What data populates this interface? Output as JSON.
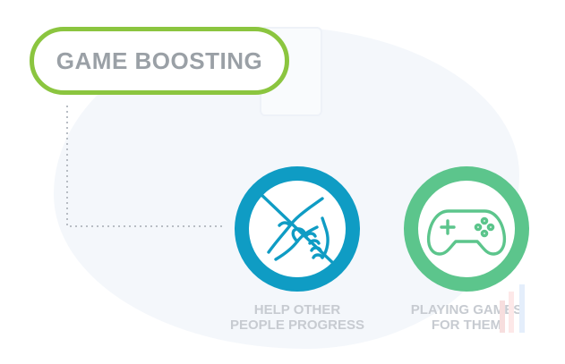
{
  "title": {
    "text": "GAME BOOSTING"
  },
  "items": [
    {
      "label_line1": "HELP OTHER",
      "label_line2": "PEOPLE PROGRESS",
      "icon": "helping-hand-icon",
      "color": "#0f9cc4"
    },
    {
      "label_line1": "PLAYING GAMES",
      "label_line2": "FOR THEM",
      "icon": "gamepad-icon",
      "color": "#5cc58c"
    }
  ],
  "colors": {
    "accent": "#8bc53f",
    "title_text": "#9aa0a6",
    "label_text": "#c7cbd1"
  }
}
